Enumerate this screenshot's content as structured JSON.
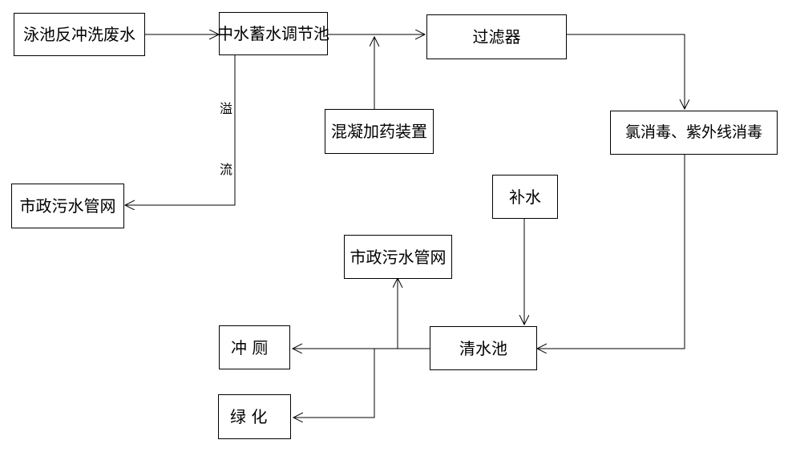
{
  "diagram": {
    "nodes": {
      "pool_backwash_water": "泳池反冲洗废水",
      "reclaimed_water_tank": "中水蓄水调节池",
      "filter": "过滤器",
      "coagulant_dosing_device": "混凝加药装置",
      "disinfection": "氯消毒、紫外线消毒",
      "municipal_sewer_top": "市政污水管网",
      "makeup_water": "补水",
      "municipal_sewer_bottom": "市政污水管网",
      "clear_water_tank": "清水池",
      "toilet_flushing": "冲  厕",
      "greening": "绿  化"
    },
    "edge_labels": {
      "overflow_char_1": "溢",
      "overflow_char_2": "流"
    },
    "colors": {
      "line": "#000000",
      "box_border": "#000000",
      "background": "#ffffff"
    }
  }
}
